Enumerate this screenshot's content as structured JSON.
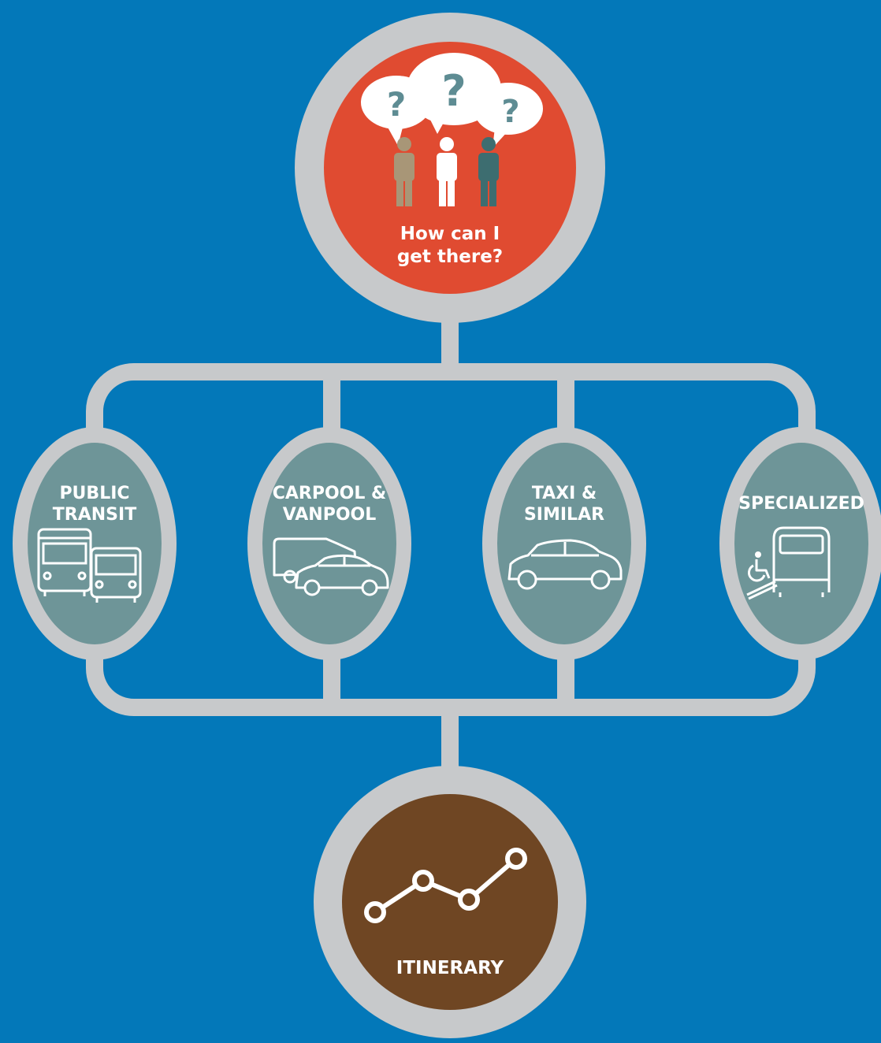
{
  "colors": {
    "background": "#0378b9",
    "connector": "#c7c9cb",
    "question_node": "#e04b31",
    "mode_node": "#6e9598",
    "itinerary_node": "#6f4623",
    "question_mark": "#5e8c93",
    "person_tan": "#a89677",
    "person_white": "#ffffff",
    "person_teal": "#3d6d70"
  },
  "question": {
    "line1": "How can I",
    "line2": "get there?",
    "bubbles": [
      "?",
      "?",
      "?"
    ],
    "icons": [
      "speech-bubble-icon",
      "person-icon"
    ]
  },
  "modes": [
    {
      "id": "public-transit",
      "line1": "PUBLIC",
      "line2": "TRANSIT",
      "icon": "bus-icon"
    },
    {
      "id": "carpool-vanpool",
      "line1": "CARPOOL &",
      "line2": "VANPOOL",
      "icon": "van-and-car-icon"
    },
    {
      "id": "taxi-similar",
      "line1": "TAXI &",
      "line2": "SIMILAR",
      "icon": "car-icon"
    },
    {
      "id": "specialized",
      "line1": "SPECIALIZED",
      "line2": "",
      "icon": "wheelchair-van-icon"
    }
  ],
  "itinerary": {
    "label": "ITINERARY",
    "icon": "route-line-icon"
  }
}
